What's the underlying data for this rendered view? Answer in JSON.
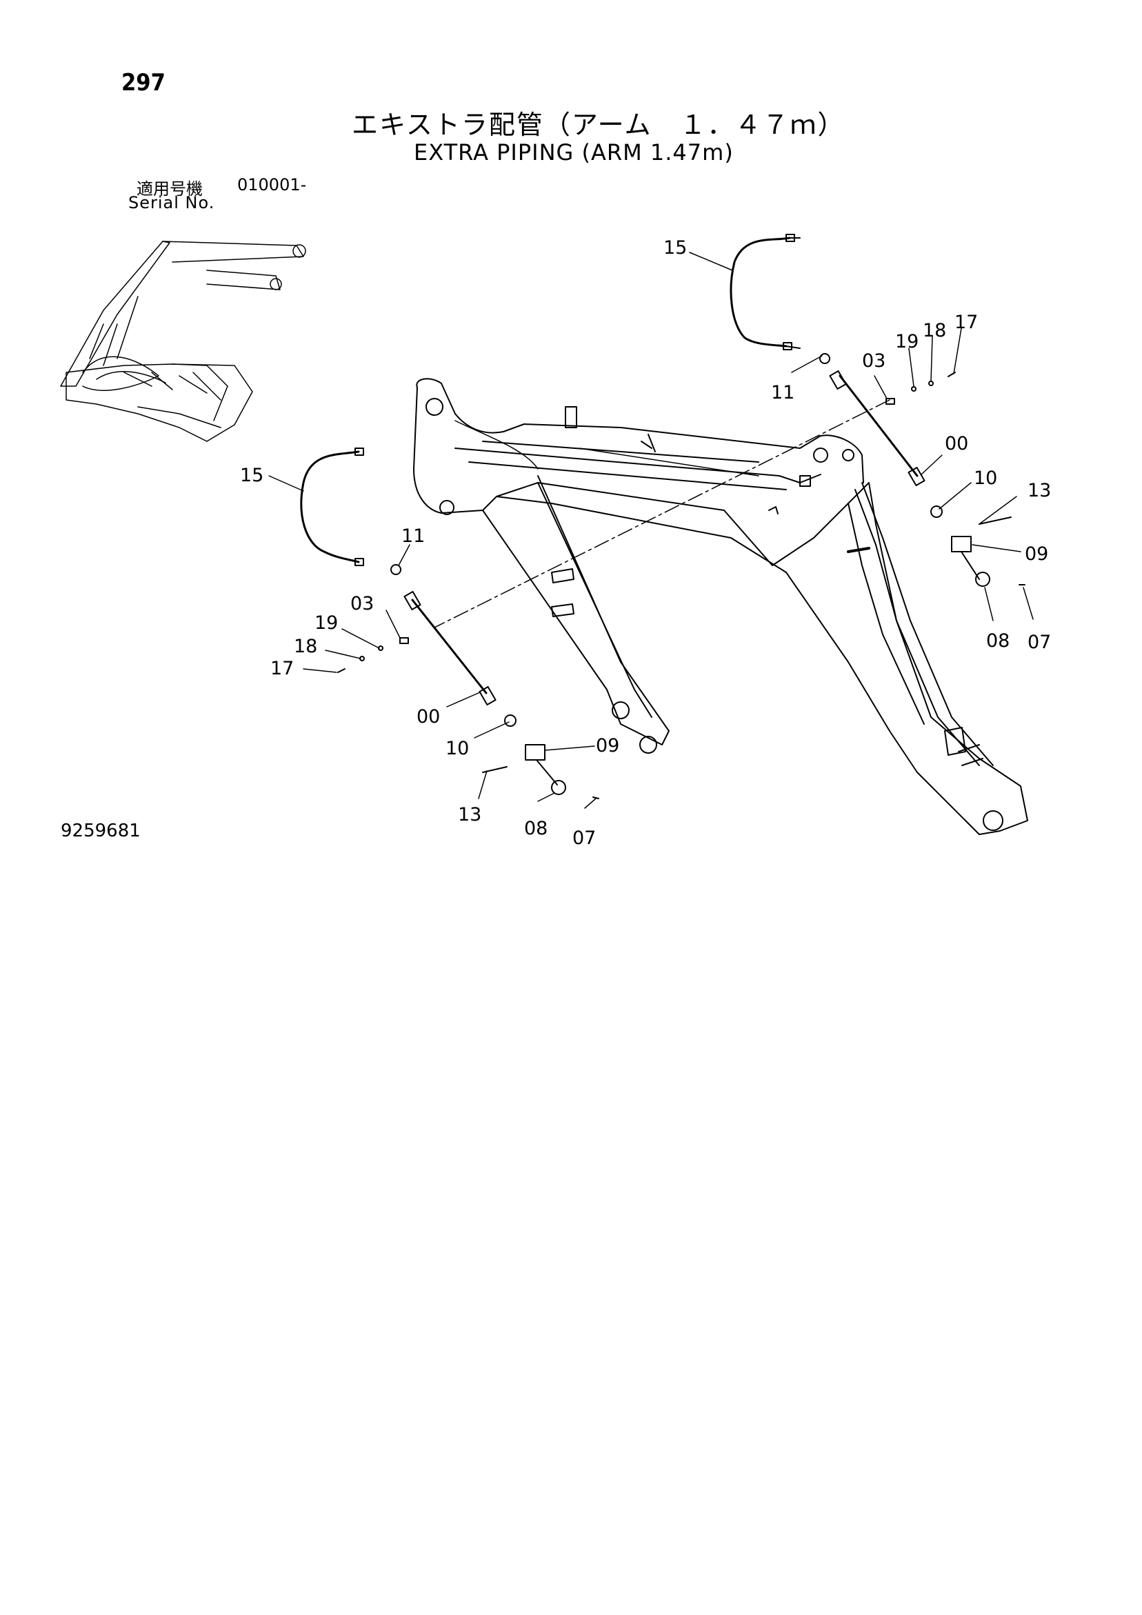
{
  "header": {
    "page_number": "297",
    "title_japanese": "エキストラ配管（アーム　１．４７ｍ）",
    "title_english": "EXTRA PIPING (ARM 1.47m)"
  },
  "serial": {
    "label_japanese": "適用号機",
    "number": "010001-",
    "label_english": "Serial No."
  },
  "footer": {
    "drawing_number": "9259681"
  },
  "callouts": {
    "right": {
      "c15": "15",
      "c11": "11",
      "c03": "03",
      "c19": "19",
      "c18": "18",
      "c17": "17",
      "c00": "00",
      "c10": "10",
      "c13": "13",
      "c09": "09",
      "c08": "08",
      "c07": "07"
    },
    "left": {
      "c15": "15",
      "c11": "11",
      "c03": "03",
      "c19": "19",
      "c18": "18",
      "c17": "17",
      "c00": "00",
      "c10": "10",
      "c09": "09",
      "c13": "13",
      "c08": "08",
      "c07": "07"
    }
  }
}
